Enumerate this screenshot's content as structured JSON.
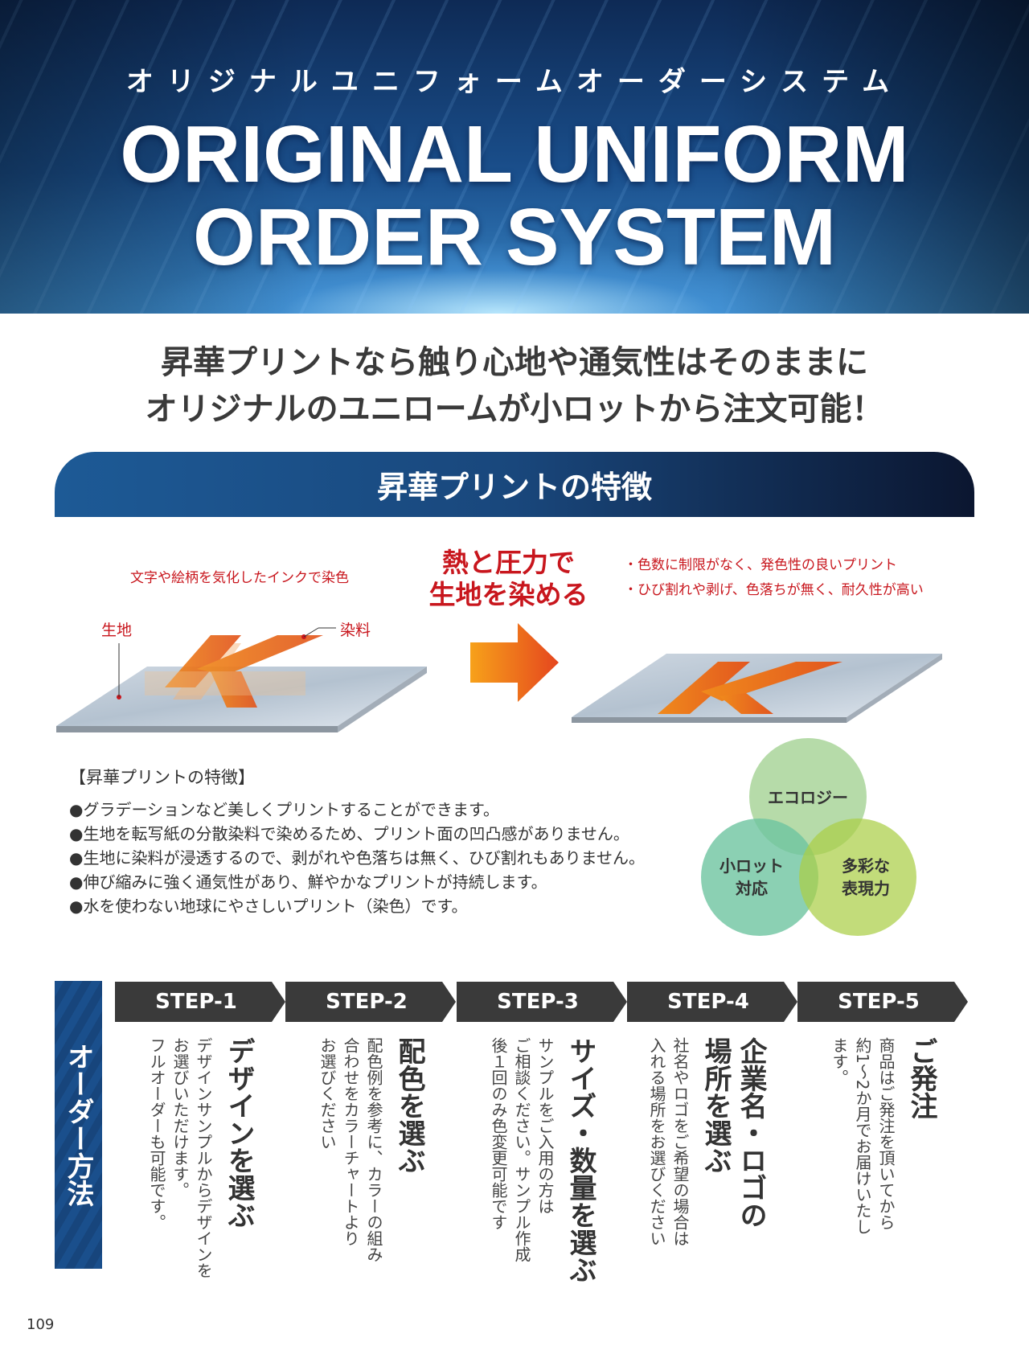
{
  "hero": {
    "kana": "オリジナルユニフォームオーダーシステム",
    "line1": "ORIGINAL UNIFORM",
    "line2": "ORDER SYSTEM"
  },
  "headline": {
    "line1": "昇華プリントなら触り心地や通気性はそのままに",
    "line2": "オリジナルのユニロームが小ロットから注文可能！"
  },
  "section_title": "昇華プリントの特徴",
  "diagram": {
    "caption": "文字や絵柄を気化したインクで染色",
    "label_fabric": "生地",
    "label_dye": "染料",
    "arrow_line1": "熱と圧力で",
    "arrow_line2": "生地を染める",
    "merits": [
      "・色数に制限がなく、発色性の良いプリント",
      "・ひび割れや剥げ、色落ちが無く、耐久性が高い"
    ]
  },
  "features": {
    "title": "【昇華プリントの特徴】",
    "items": [
      "●グラデーションなど美しくプリントすることができます。",
      "●生地を転写紙の分散染料で染めるため、プリント面の凹凸感がありません。",
      "●生地に染料が浸透するので、剥がれや色落ちは無く、ひび割れもありません。",
      "●伸び縮みに強く通気性があり、鮮やかなプリントが持続します。",
      "●水を使わない地球にやさしいプリント（染色）です。"
    ]
  },
  "venn": {
    "top": "エコロジー",
    "left1": "小ロット",
    "left2": "対応",
    "right1": "多彩な",
    "right2": "表現力",
    "colors": [
      "#a9d59a",
      "#7ccaa5",
      "#b3d45a"
    ]
  },
  "order": {
    "side_label": "オーダー方法",
    "steps": [
      {
        "label": "STEP-1",
        "title": [
          "デザインを選ぶ"
        ],
        "body": [
          "デザインサンプルからデザインを",
          "お選びいただけます。",
          "フルオーダーも可能です。"
        ]
      },
      {
        "label": "STEP-2",
        "title": [
          "配色を選ぶ"
        ],
        "body": [
          "配色例を参考に、カラーの組み",
          "合わせをカラーチャートより",
          "お選びください"
        ]
      },
      {
        "label": "STEP-3",
        "title": [
          "サイズ・数量を選ぶ"
        ],
        "body": [
          "サンプルをご入用の方は",
          "ご相談ください。サンプル作成",
          "後１回のみ色変更可能です"
        ]
      },
      {
        "label": "STEP-4",
        "title": [
          "企業名・ロゴの",
          "場所を選ぶ"
        ],
        "body": [
          "社名やロゴをご希望の場合は",
          "入れる場所をお選びください"
        ]
      },
      {
        "label": "STEP-5",
        "title": [
          "ご発注"
        ],
        "body": [
          "商品はご発注を頂いてから",
          "約1～2か月でお届けいたし",
          "ます。"
        ]
      }
    ]
  },
  "page_number": "109"
}
